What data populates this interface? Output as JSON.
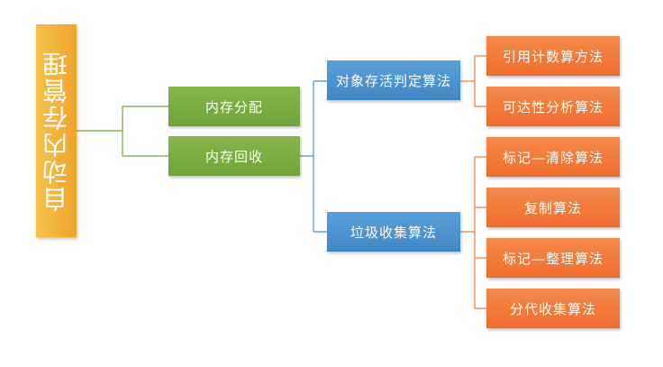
{
  "root": {
    "label": "自动内存管理"
  },
  "level1": [
    {
      "label": "内存分配"
    },
    {
      "label": "内存回收"
    }
  ],
  "level2": [
    {
      "label": "对象存活判定算法"
    },
    {
      "label": "垃圾收集算法"
    }
  ],
  "level3": [
    {
      "label": "引用计数算方法"
    },
    {
      "label": "可达性分析算法"
    },
    {
      "label": "标记—清除算法"
    },
    {
      "label": "复制算法"
    },
    {
      "label": "标记—整理算法"
    },
    {
      "label": "分代收集算法"
    }
  ],
  "colors": {
    "root": "#f3b33a",
    "level1": "#72a33b",
    "level2": "#4a8fcc",
    "level3": "#f27a3a"
  }
}
